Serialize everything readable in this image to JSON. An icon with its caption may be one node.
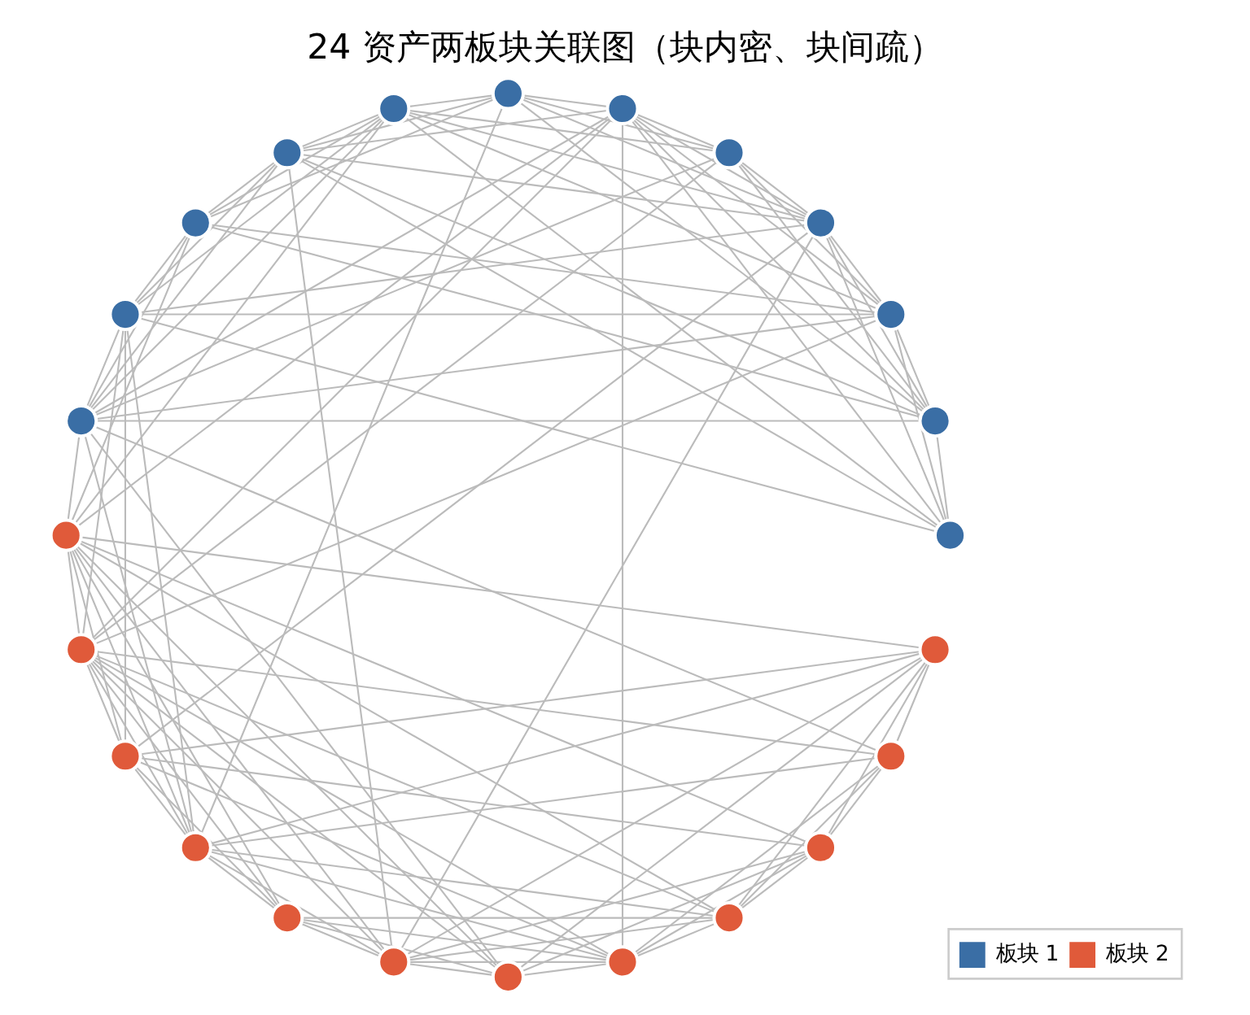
{
  "diagram": {
    "title": "24 资产两板块关联图（块内密、块间疏）",
    "nodes": [
      {
        "text": [],
        "shape": "circle"
      },
      {
        "text": [],
        "shape": "circle"
      },
      {
        "text": [],
        "shape": "circle"
      },
      {
        "text": [],
        "shape": "circle"
      },
      {
        "text": [],
        "shape": "circle"
      },
      {
        "text": [],
        "shape": "circle"
      },
      {
        "text": [],
        "shape": "circle"
      },
      {
        "text": [],
        "shape": "circle"
      },
      {
        "text": [],
        "shape": "circle"
      },
      {
        "text": [],
        "shape": "circle"
      },
      {
        "text": [],
        "shape": "circle"
      },
      {
        "text": [],
        "shape": "circle"
      },
      {
        "text": [],
        "shape": "circle"
      },
      {
        "text": [],
        "shape": "circle"
      },
      {
        "text": [],
        "shape": "circle"
      },
      {
        "text": [],
        "shape": "circle"
      },
      {
        "text": [],
        "shape": "circle"
      },
      {
        "text": [],
        "shape": "circle"
      },
      {
        "text": [],
        "shape": "circle"
      },
      {
        "text": [],
        "shape": "circle"
      },
      {
        "text": [],
        "shape": "circle"
      },
      {
        "text": [],
        "shape": "circle"
      },
      {
        "text": [],
        "shape": "circle"
      },
      {
        "text": [],
        "shape": "circle"
      }
    ],
    "edges": [
      {
        "from": 0,
        "to": 1,
        "arrow": "none"
      },
      {
        "from": 0,
        "to": 11,
        "arrow": "none"
      },
      {
        "from": 0,
        "to": 10,
        "arrow": "none"
      },
      {
        "from": 0,
        "to": 9,
        "arrow": "none"
      },
      {
        "from": 0,
        "to": 7,
        "arrow": "none"
      },
      {
        "from": 0,
        "to": 6,
        "arrow": "none"
      },
      {
        "from": 0,
        "to": 5,
        "arrow": "none"
      },
      {
        "from": 0,
        "to": 4,
        "arrow": "none"
      },
      {
        "from": 0,
        "to": 2,
        "arrow": "none"
      },
      {
        "from": 0,
        "to": 12,
        "arrow": "none"
      },
      {
        "from": 1,
        "to": 11,
        "arrow": "none"
      },
      {
        "from": 1,
        "to": 2,
        "arrow": "none"
      },
      {
        "from": 1,
        "to": 10,
        "arrow": "none"
      },
      {
        "from": 1,
        "to": 8,
        "arrow": "none"
      },
      {
        "from": 1,
        "to": 7,
        "arrow": "none"
      },
      {
        "from": 1,
        "to": 6,
        "arrow": "none"
      },
      {
        "from": 1,
        "to": 5,
        "arrow": "none"
      },
      {
        "from": 1,
        "to": 3,
        "arrow": "none"
      },
      {
        "from": 1,
        "to": 12,
        "arrow": "none"
      },
      {
        "from": 1,
        "to": 23,
        "arrow": "none"
      },
      {
        "from": 2,
        "to": 10,
        "arrow": "none"
      },
      {
        "from": 2,
        "to": 3,
        "arrow": "none"
      },
      {
        "from": 2,
        "to": 4,
        "arrow": "none"
      },
      {
        "from": 2,
        "to": 11,
        "arrow": "none"
      },
      {
        "from": 2,
        "to": 8,
        "arrow": "none"
      },
      {
        "from": 2,
        "to": 7,
        "arrow": "none"
      },
      {
        "from": 2,
        "to": 22,
        "arrow": "none"
      },
      {
        "from": 2,
        "to": 21,
        "arrow": "none"
      },
      {
        "from": 2,
        "to": 19,
        "arrow": "none"
      },
      {
        "from": 3,
        "to": 4,
        "arrow": "none"
      },
      {
        "from": 3,
        "to": 11,
        "arrow": "none"
      },
      {
        "from": 3,
        "to": 10,
        "arrow": "none"
      },
      {
        "from": 3,
        "to": 8,
        "arrow": "none"
      },
      {
        "from": 3,
        "to": 6,
        "arrow": "none"
      },
      {
        "from": 3,
        "to": 22,
        "arrow": "none"
      },
      {
        "from": 4,
        "to": 8,
        "arrow": "none"
      },
      {
        "from": 4,
        "to": 5,
        "arrow": "none"
      },
      {
        "from": 4,
        "to": 6,
        "arrow": "none"
      },
      {
        "from": 4,
        "to": 10,
        "arrow": "none"
      },
      {
        "from": 4,
        "to": 9,
        "arrow": "none"
      },
      {
        "from": 4,
        "to": 14,
        "arrow": "none"
      },
      {
        "from": 4,
        "to": 15,
        "arrow": "none"
      },
      {
        "from": 4,
        "to": 17,
        "arrow": "none"
      },
      {
        "from": 4,
        "to": 19,
        "arrow": "none"
      },
      {
        "from": 5,
        "to": 6,
        "arrow": "none"
      },
      {
        "from": 5,
        "to": 7,
        "arrow": "none"
      },
      {
        "from": 5,
        "to": 8,
        "arrow": "none"
      },
      {
        "from": 5,
        "to": 9,
        "arrow": "none"
      },
      {
        "from": 5,
        "to": 14,
        "arrow": "none"
      },
      {
        "from": 5,
        "to": 22,
        "arrow": "none"
      },
      {
        "from": 5,
        "to": 23,
        "arrow": "none"
      },
      {
        "from": 6,
        "to": 7,
        "arrow": "none"
      },
      {
        "from": 6,
        "to": 8,
        "arrow": "none"
      },
      {
        "from": 6,
        "to": 9,
        "arrow": "none"
      },
      {
        "from": 6,
        "to": 11,
        "arrow": "none"
      },
      {
        "from": 6,
        "to": 19,
        "arrow": "none"
      },
      {
        "from": 7,
        "to": 8,
        "arrow": "none"
      },
      {
        "from": 7,
        "to": 10,
        "arrow": "none"
      },
      {
        "from": 8,
        "to": 9,
        "arrow": "none"
      },
      {
        "from": 8,
        "to": 10,
        "arrow": "none"
      },
      {
        "from": 8,
        "to": 22,
        "arrow": "none"
      },
      {
        "from": 9,
        "to": 10,
        "arrow": "none"
      },
      {
        "from": 9,
        "to": 11,
        "arrow": "none"
      },
      {
        "from": 9,
        "to": 19,
        "arrow": "none"
      },
      {
        "from": 10,
        "to": 11,
        "arrow": "none"
      },
      {
        "from": 11,
        "to": 14,
        "arrow": "none"
      },
      {
        "from": 12,
        "to": 13,
        "arrow": "none"
      },
      {
        "from": 12,
        "to": 22,
        "arrow": "none"
      },
      {
        "from": 12,
        "to": 21,
        "arrow": "none"
      },
      {
        "from": 12,
        "to": 20,
        "arrow": "none"
      },
      {
        "from": 12,
        "to": 19,
        "arrow": "none"
      },
      {
        "from": 12,
        "to": 18,
        "arrow": "none"
      },
      {
        "from": 12,
        "to": 17,
        "arrow": "none"
      },
      {
        "from": 12,
        "to": 16,
        "arrow": "none"
      },
      {
        "from": 12,
        "to": 14,
        "arrow": "none"
      },
      {
        "from": 13,
        "to": 23,
        "arrow": "none"
      },
      {
        "from": 13,
        "to": 14,
        "arrow": "none"
      },
      {
        "from": 13,
        "to": 22,
        "arrow": "none"
      },
      {
        "from": 13,
        "to": 21,
        "arrow": "none"
      },
      {
        "from": 13,
        "to": 20,
        "arrow": "none"
      },
      {
        "from": 13,
        "to": 19,
        "arrow": "none"
      },
      {
        "from": 13,
        "to": 17,
        "arrow": "none"
      },
      {
        "from": 14,
        "to": 22,
        "arrow": "none"
      },
      {
        "from": 14,
        "to": 15,
        "arrow": "none"
      },
      {
        "from": 14,
        "to": 23,
        "arrow": "none"
      },
      {
        "from": 14,
        "to": 21,
        "arrow": "none"
      },
      {
        "from": 14,
        "to": 20,
        "arrow": "none"
      },
      {
        "from": 14,
        "to": 19,
        "arrow": "none"
      },
      {
        "from": 14,
        "to": 16,
        "arrow": "none"
      },
      {
        "from": 15,
        "to": 21,
        "arrow": "none"
      },
      {
        "from": 15,
        "to": 22,
        "arrow": "none"
      },
      {
        "from": 15,
        "to": 20,
        "arrow": "none"
      },
      {
        "from": 15,
        "to": 18,
        "arrow": "none"
      },
      {
        "from": 15,
        "to": 16,
        "arrow": "none"
      },
      {
        "from": 16,
        "to": 20,
        "arrow": "none"
      },
      {
        "from": 16,
        "to": 17,
        "arrow": "none"
      },
      {
        "from": 16,
        "to": 18,
        "arrow": "none"
      },
      {
        "from": 16,
        "to": 23,
        "arrow": "none"
      },
      {
        "from": 16,
        "to": 19,
        "arrow": "none"
      },
      {
        "from": 17,
        "to": 19,
        "arrow": "none"
      },
      {
        "from": 17,
        "to": 18,
        "arrow": "none"
      },
      {
        "from": 17,
        "to": 22,
        "arrow": "none"
      },
      {
        "from": 17,
        "to": 21,
        "arrow": "none"
      },
      {
        "from": 18,
        "to": 19,
        "arrow": "none"
      },
      {
        "from": 18,
        "to": 20,
        "arrow": "none"
      },
      {
        "from": 18,
        "to": 21,
        "arrow": "none"
      },
      {
        "from": 18,
        "to": 23,
        "arrow": "none"
      },
      {
        "from": 19,
        "to": 23,
        "arrow": "none"
      },
      {
        "from": 19,
        "to": 20,
        "arrow": "none"
      },
      {
        "from": 19,
        "to": 22,
        "arrow": "none"
      },
      {
        "from": 20,
        "to": 22,
        "arrow": "none"
      },
      {
        "from": 20,
        "to": 21,
        "arrow": "none"
      },
      {
        "from": 21,
        "to": 22,
        "arrow": "none"
      },
      {
        "from": 21,
        "to": 23,
        "arrow": "none"
      },
      {
        "from": 22,
        "to": 23,
        "arrow": "none"
      }
    ],
    "legend": [
      {
        "text": "板块 1",
        "color": "#3a6ea5"
      },
      {
        "text": "板块 2",
        "color": "#e05a3a"
      }
    ]
  }
}
